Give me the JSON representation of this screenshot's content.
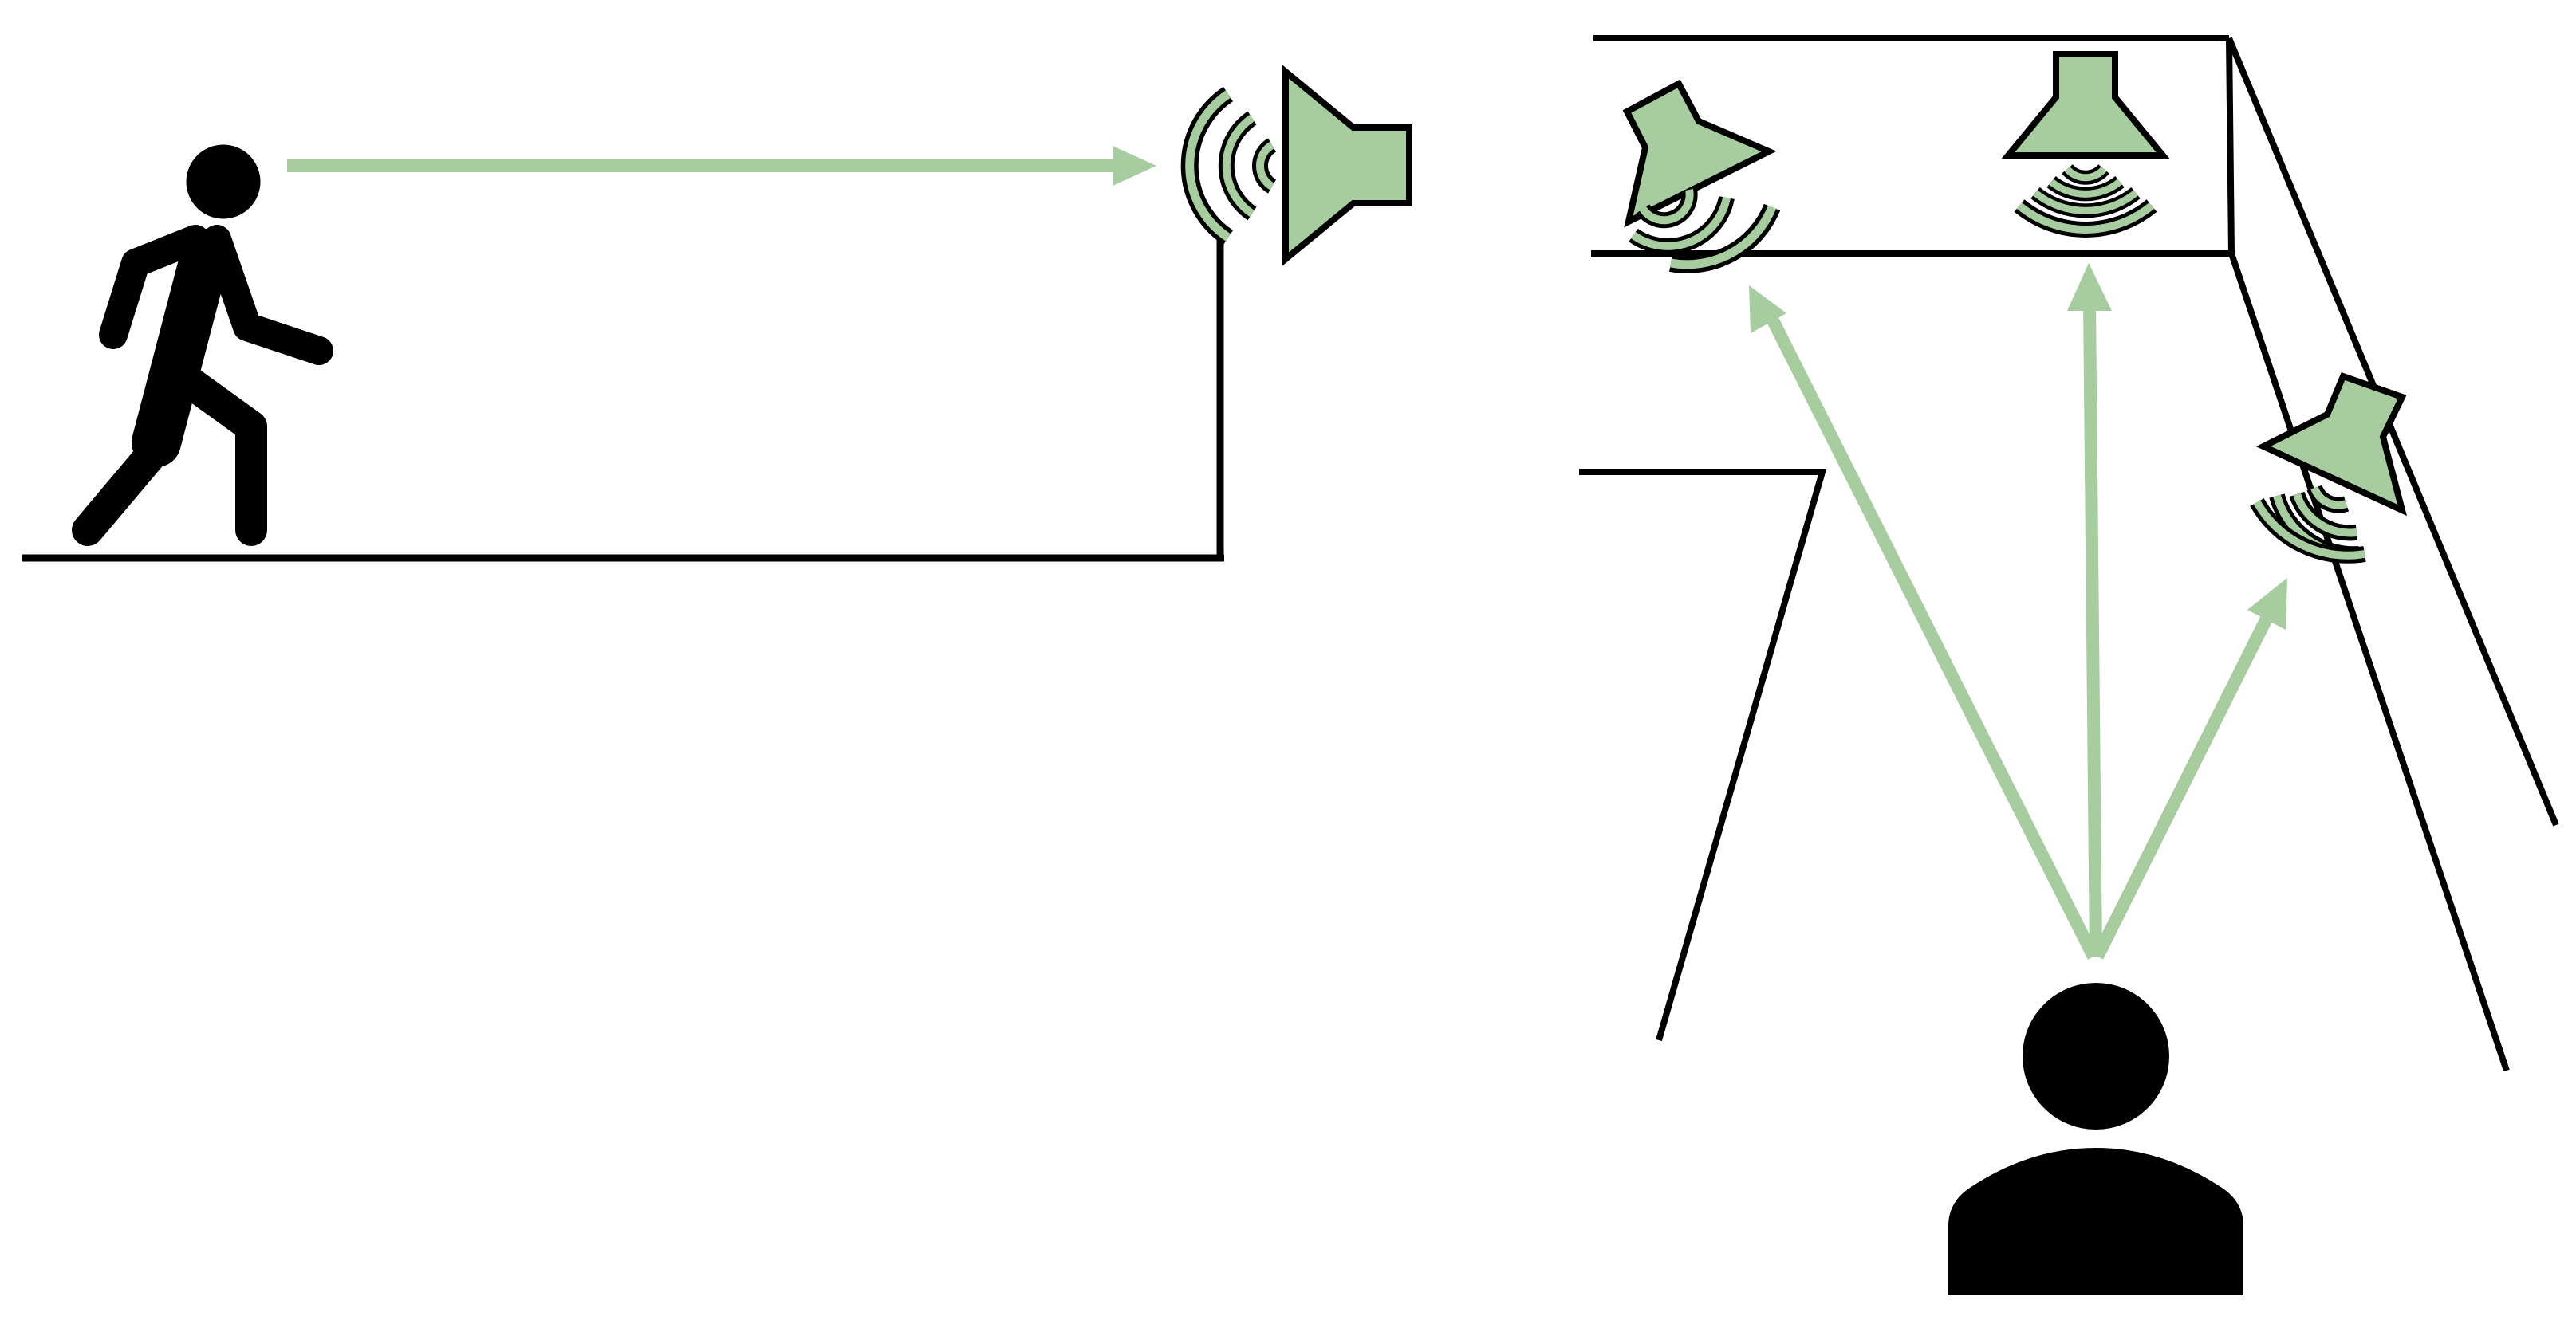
{
  "colors": {
    "ink": "#000000",
    "accent_fill": "#a6cc9f",
    "accent_arrow": "#a6cc9f",
    "background": "#ffffff"
  },
  "icons": {
    "walker": "walking-person-icon",
    "speaker": "loudspeaker-icon",
    "listener": "listener-head-icon",
    "waves": "sound-waves-icon"
  },
  "left_scene": {
    "arrow": "person-to-speaker-arrow"
  },
  "right_scene": {
    "speakers": [
      "ceiling-left",
      "ceiling-center",
      "wall-right"
    ],
    "arrows": [
      "listener-to-left",
      "listener-to-center",
      "listener-to-right"
    ]
  }
}
